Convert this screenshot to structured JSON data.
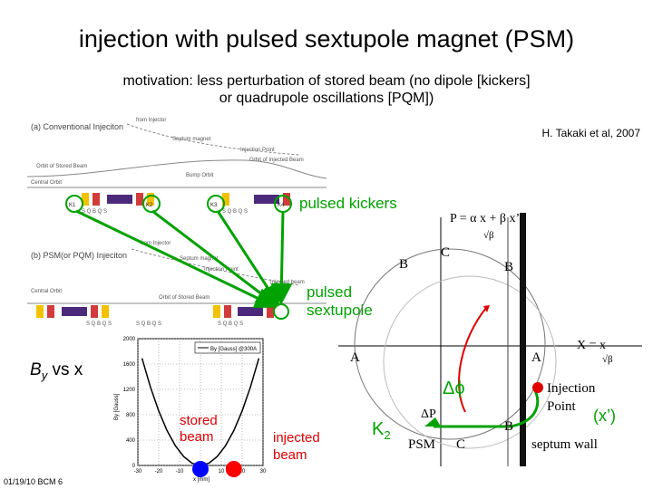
{
  "slide": {
    "title": "injection with pulsed sextupole magnet (PSM)",
    "motivation_line1": "motivation: less perturbation of stored beam (no dipole [kickers]",
    "motivation_line2": "or quadrupole oscillations [PQM])",
    "citation": "H. Takaki et al, 2007",
    "footer": "01/19/10 BCM 6"
  },
  "annotations": {
    "pulsed_kickers": "pulsed kickers",
    "pulsed_sextupole_1": "pulsed",
    "pulsed_sextupole_2": "sextupole",
    "by_vs_x_main": "B",
    "by_vs_x_sub": "y",
    "by_vs_x_rest": " vs x",
    "stored_beam_1": "stored",
    "stored_beam_2": "beam",
    "injected_beam_1": "injected",
    "injected_beam_2": "beam",
    "dphi": "Δϕ",
    "k2": "K",
    "k2_sub": "2",
    "xprime": "(x’)"
  },
  "schematic": {
    "panel_a_title": "(a) Conventional Injeciton",
    "panel_b_title": "(b) PSM(or PQM) Injeciton",
    "from_injector": "from Injector",
    "septum_magnet": "Septum magnet",
    "injection_point": "Injection Point",
    "orbit_injected": "Orbit of Injected Beam",
    "orbit_stored": "Orbit of Stored Beam",
    "bump_orbit": "Bump Orbit",
    "central_orbit": "Central Orbit",
    "injected_beam": "Injected beam",
    "k1": "K1",
    "k2": "K2",
    "k3": "K3",
    "k4": "K4",
    "seq_a1": "S Q B Q S",
    "seq_a2": "S Q B Q S",
    "seq_b1": "S Q B Q S",
    "seq_b2": "S Q B Q S",
    "seq_b3": "S Q B Q S"
  },
  "phase_space": {
    "p_eq": "P = α x + β x’",
    "p_den": "√β",
    "x_eq": "X = x",
    "x_den": "√β",
    "label_A_left": "A",
    "label_A_right": "A",
    "label_B_top": "B",
    "label_B_right": "B",
    "label_B_lower": "B",
    "label_C_top": "C",
    "label_C_bottom": "C",
    "label_dP": "ΔP",
    "label_psm": "PSM",
    "injection_point_1": "Injection",
    "injection_point_2": "Point",
    "septum_wall": "septum wall"
  },
  "chart_data": {
    "type": "line",
    "title": "",
    "legend": "By [Gauss] @300A",
    "xlabel": "x [mm]",
    "ylabel": "By [Gauss]",
    "xlim": [
      -30,
      30
    ],
    "ylim": [
      0,
      2000
    ],
    "x_ticks": [
      -30,
      -20,
      -10,
      0,
      10,
      20,
      30
    ],
    "y_ticks": [
      0,
      400,
      800,
      1200,
      1600,
      2000
    ],
    "x_tick_labels": [
      "-30",
      "-20",
      "-10",
      "0",
      "10",
      "20",
      "30"
    ],
    "y_tick_labels": [
      "0",
      "400",
      "800",
      "1200",
      "1600",
      "2000"
    ],
    "series": [
      {
        "name": "By [Gauss] @300A",
        "x": [
          -28,
          -24,
          -20,
          -16,
          -12,
          -8,
          -4,
          0,
          4,
          8,
          12,
          16,
          20,
          24,
          28
        ],
        "y": [
          1690,
          1240,
          860,
          550,
          310,
          140,
          35,
          0,
          35,
          140,
          310,
          550,
          860,
          1240,
          1690
        ]
      }
    ],
    "markers": [
      {
        "name": "stored beam",
        "x": 0,
        "y": 0,
        "color": "#0000ff"
      },
      {
        "name": "injected beam",
        "x": 16,
        "y": 0,
        "color": "#ff0000"
      }
    ],
    "grid": true
  },
  "colors": {
    "arrow_green": "#00a200",
    "red": "#e00000",
    "stored_blue": "#0000ff",
    "dipole_purple": "#4b2a7b",
    "quad_yellow": "#f2c200",
    "quad_red": "#d23b3b"
  }
}
